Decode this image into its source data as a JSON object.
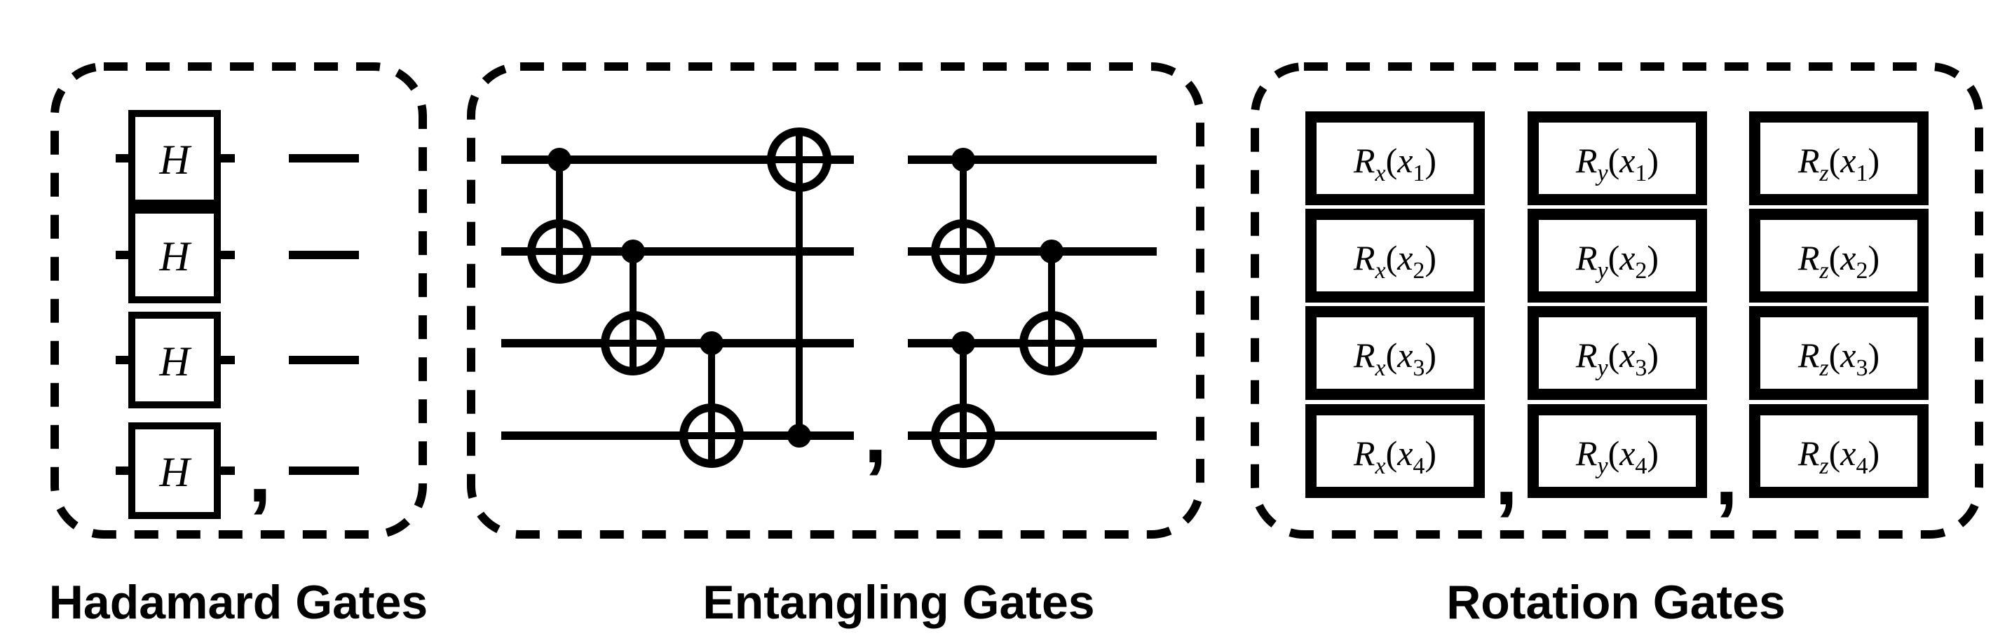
{
  "hadamard": {
    "caption": "Hadamard Gates",
    "gate_label": "H",
    "qubits": 4,
    "separator": ","
  },
  "entangling": {
    "caption": "Entangling Gates",
    "separator": ",",
    "circuit_a": [
      {
        "control": 1,
        "target": 2
      },
      {
        "control": 2,
        "target": 3
      },
      {
        "control": 3,
        "target": 4
      },
      {
        "control": 4,
        "target": 1
      }
    ],
    "circuit_b": [
      {
        "control": 1,
        "target": 2
      },
      {
        "control": 3,
        "target": 4
      },
      {
        "control": 2,
        "target": 3
      }
    ]
  },
  "rotation": {
    "caption": "Rotation Gates",
    "separator": ",",
    "columns": [
      {
        "base": "R",
        "axis": "x",
        "gates": [
          {
            "arg": "x",
            "idx": "1"
          },
          {
            "arg": "x",
            "idx": "2"
          },
          {
            "arg": "x",
            "idx": "3"
          },
          {
            "arg": "x",
            "idx": "4"
          }
        ]
      },
      {
        "base": "R",
        "axis": "y",
        "gates": [
          {
            "arg": "x",
            "idx": "1"
          },
          {
            "arg": "x",
            "idx": "2"
          },
          {
            "arg": "x",
            "idx": "3"
          },
          {
            "arg": "x",
            "idx": "4"
          }
        ]
      },
      {
        "base": "R",
        "axis": "z",
        "gates": [
          {
            "arg": "x",
            "idx": "1"
          },
          {
            "arg": "x",
            "idx": "2"
          },
          {
            "arg": "x",
            "idx": "3"
          },
          {
            "arg": "x",
            "idx": "4"
          }
        ]
      }
    ]
  }
}
